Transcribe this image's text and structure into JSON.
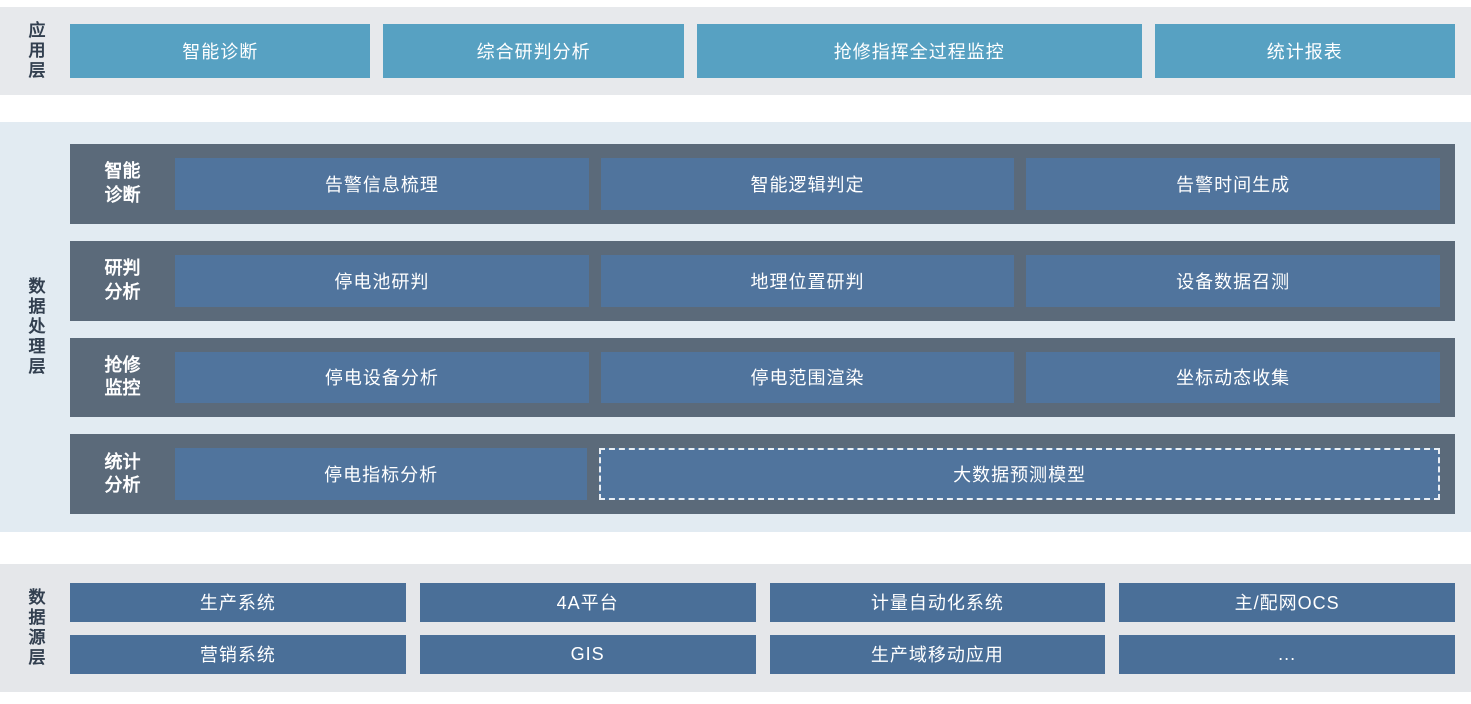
{
  "application": {
    "label": "应用层",
    "items": [
      "智能诊断",
      "综合研判分析",
      "抢修指挥全过程监控",
      "统计报表"
    ]
  },
  "processing": {
    "label": "数据处理层",
    "rows": [
      {
        "label": "智能诊断",
        "items": [
          "告警信息梳理",
          "智能逻辑判定",
          "告警时间生成"
        ]
      },
      {
        "label": "研判分析",
        "items": [
          "停电池研判",
          "地理位置研判",
          "设备数据召测"
        ]
      },
      {
        "label": "抢修监控",
        "items": [
          "停电设备分析",
          "停电范围渲染",
          "坐标动态收集"
        ]
      },
      {
        "label": "统计分析",
        "items": [
          "停电指标分析",
          "大数据预测模型"
        ]
      }
    ]
  },
  "source": {
    "label": "数据源层",
    "rows": [
      {
        "items": [
          "生产系统",
          "4A平台",
          "计量自动化系统",
          "主/配网OCS"
        ]
      },
      {
        "items": [
          "营销系统",
          "GIS",
          "生产域移动应用",
          "..."
        ]
      }
    ]
  },
  "colors": {
    "app_button": "#57a1c2",
    "process_row_container": "#5b6a7a",
    "process_box": "#50749d",
    "source_box": "#4a6f98",
    "app_band_bg": "#e7e9ec",
    "process_band_bg": "#e2ebf2",
    "source_band_bg": "#e5e7ea",
    "layer_label_text": "#323f4f",
    "box_text": "#ffffff"
  }
}
